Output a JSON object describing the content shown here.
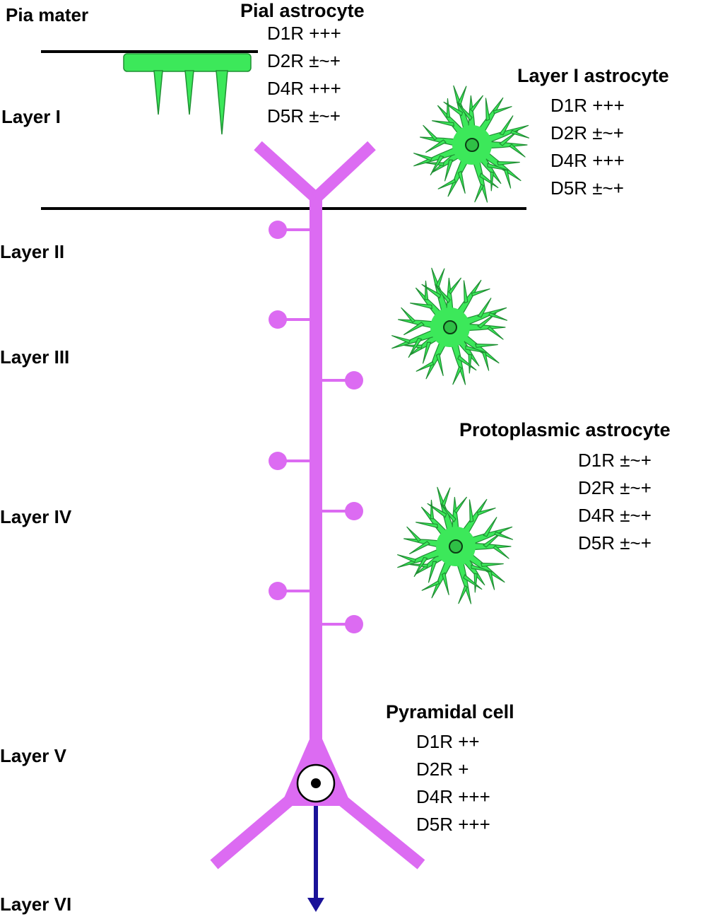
{
  "colors": {
    "neuron": "#DC6BF2",
    "astrocyte": "#3CE85A",
    "astrocyte_outline": "#1f8f33",
    "axon": "#1A1299",
    "boundary": "#000000"
  },
  "icons": [
    "pial-astrocyte-icon",
    "astrocyte-icon",
    "pyramidal-neuron-icon",
    "axon-arrow-icon"
  ],
  "layers": {
    "pia_mater": "Pia mater",
    "layer_1": "Layer I",
    "layer_2": "Layer II",
    "layer_3": "Layer III",
    "layer_4": "Layer IV",
    "layer_5": "Layer V",
    "layer_6": "Layer VI"
  },
  "cells": {
    "pial": {
      "title": "Pial astrocyte",
      "receptors": [
        "D1R +++",
        "D2R ±~+",
        "D4R +++",
        "D5R ±~+"
      ]
    },
    "layer1": {
      "title": "Layer I astrocyte",
      "receptors": [
        "D1R +++",
        "D2R ±~+",
        "D4R +++",
        "D5R ±~+"
      ]
    },
    "protoplasmic": {
      "title": "Protoplasmic astrocyte",
      "receptors": [
        "D1R ±~+",
        "D2R ±~+",
        "D4R ±~+",
        "D5R ±~+"
      ]
    },
    "pyramidal": {
      "title": "Pyramidal cell",
      "receptors": [
        "D1R ++",
        "D2R +",
        "D4R +++",
        "D5R +++"
      ]
    }
  }
}
